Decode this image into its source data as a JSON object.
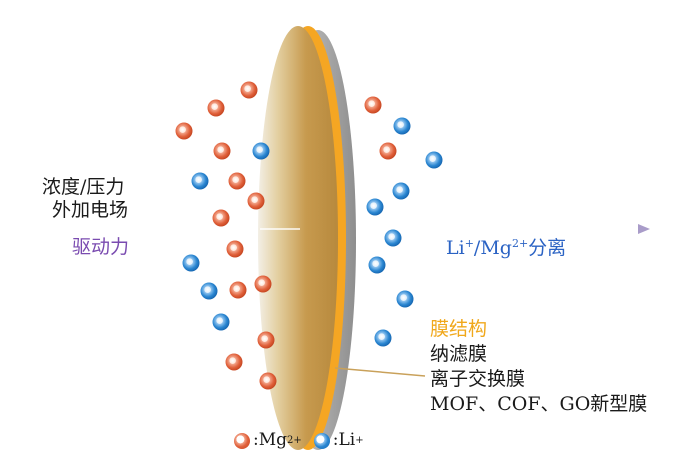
{
  "labels": {
    "driving_line1": "浓度/压力",
    "driving_line2": "外加电场",
    "driving_force": "驱动力",
    "separation_prefix": "Li",
    "separation_li_charge": "+",
    "separation_slash": "/Mg",
    "separation_mg_charge": "2+",
    "separation_suffix": "分离"
  },
  "membrane": {
    "title": "膜结构",
    "items": [
      "纳滤膜",
      "离子交换膜",
      "MOF、COF、GO新型膜"
    ]
  },
  "legend": {
    "mg_label": ":Mg",
    "mg_charge": "2+",
    "li_label": ":Li",
    "li_charge": "+"
  },
  "colors": {
    "mg_ion": "#e0603a",
    "li_ion": "#2a86d1",
    "driving_force": "#7a4bb0",
    "separation": "#2b63c4",
    "membrane_title": "#f0a81c",
    "membrane_body": "#c9a15a",
    "membrane_edge": "#f5a623"
  }
}
